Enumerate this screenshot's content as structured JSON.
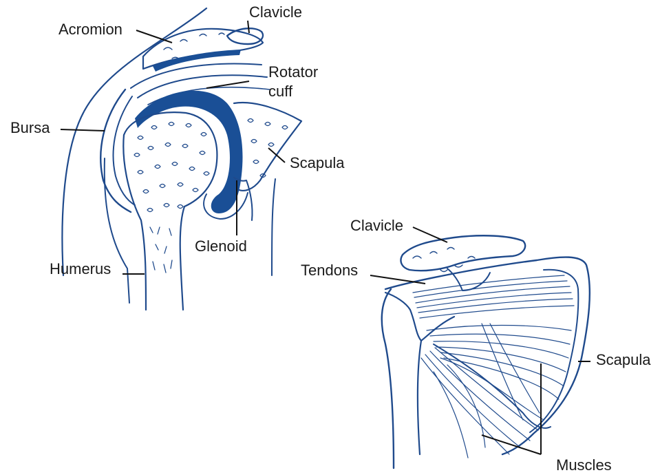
{
  "colors": {
    "ink": "#1f4a8c",
    "fill": "#1a4f96",
    "text": "#1a1a1a"
  },
  "front_view": {
    "labels": {
      "clavicle": "Clavicle",
      "acromion": "Acromion",
      "rotator_cuff_line1": "Rotator",
      "rotator_cuff_line2": "cuff",
      "bursa": "Bursa",
      "scapula": "Scapula",
      "glenoid": "Glenoid",
      "humerus": "Humerus"
    }
  },
  "back_view": {
    "labels": {
      "clavicle": "Clavicle",
      "tendons": "Tendons",
      "scapula": "Scapula",
      "muscles": "Muscles"
    }
  }
}
